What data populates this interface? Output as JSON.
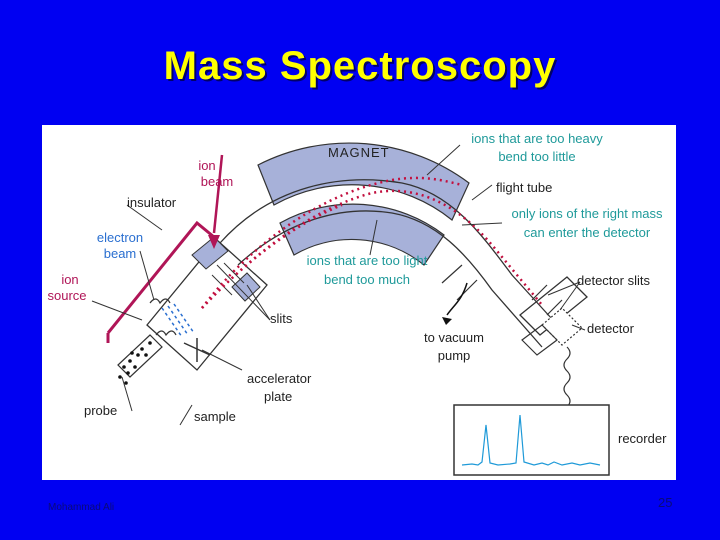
{
  "slide": {
    "title": "Mass Spectroscopy",
    "author": "Mohammad Ali",
    "page_number": "25"
  },
  "diagram": {
    "magnet_label": "MAGNET",
    "labels": {
      "ion_beam_1": "ion",
      "ion_beam_2": "beam",
      "insulator": "insulator",
      "electron_beam_1": "electron",
      "electron_beam_2": "beam",
      "ion_source_1": "ion",
      "ion_source_2": "source",
      "slits": "slits",
      "probe": "probe",
      "sample": "sample",
      "accelerator_1": "accelerator",
      "accelerator_2": "plate",
      "too_light_1": "ions that are too light",
      "too_light_2": "bend too much",
      "too_heavy_1": "ions that are too heavy",
      "too_heavy_2": "bend too little",
      "flight_tube": "flight tube",
      "right_mass_1": "only ions of the right mass",
      "right_mass_2": "can enter the detector",
      "detector_slits": "detector slits",
      "detector": "detector",
      "vacuum_1": "to vacuum",
      "vacuum_2": "pump",
      "recorder": "recorder"
    },
    "colors": {
      "blue_label": "#2a6fd0",
      "teal_label": "#1f9a9a",
      "magenta_label": "#b01557",
      "magnet_fill": "#a7b1d9",
      "ion_dots": "#c2103f"
    }
  }
}
